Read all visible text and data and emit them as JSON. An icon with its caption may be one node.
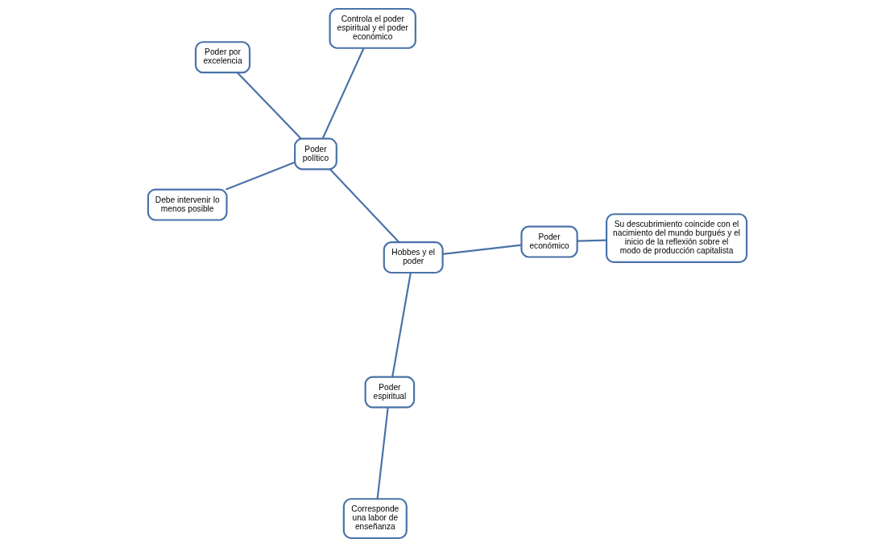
{
  "diagram": {
    "nodes": [
      {
        "text": [
          "Poder por excelencia"
        ]
      },
      {
        "text": [
          "Controla el poder espiritual y el poder económico"
        ]
      },
      {
        "text": [
          "Debe intervenir lo menos posible"
        ]
      },
      {
        "text": [
          "Poder político"
        ]
      },
      {
        "text": [
          "Hobbes y el poder"
        ]
      },
      {
        "text": [
          "Poder económico"
        ]
      },
      {
        "text": [
          "Poder espiritual"
        ]
      },
      {
        "text": [
          "Su descubrimiento coincide con el nacimiento del mundo burgués y el inicio de la reflexión sobre el modo de producción capitalista"
        ]
      },
      {
        "text": [
          "Corresponde una labor de enseñanza"
        ]
      }
    ],
    "edges": [
      {
        "from": 3,
        "to": 1,
        "arrow": "none"
      },
      {
        "from": 3,
        "to": 0,
        "arrow": "none"
      },
      {
        "from": 3,
        "to": 2,
        "arrow": "none"
      },
      {
        "from": 4,
        "to": 3,
        "arrow": "none"
      },
      {
        "from": 4,
        "to": 5,
        "arrow": "none"
      },
      {
        "from": 4,
        "to": 6,
        "arrow": "none"
      },
      {
        "from": 5,
        "to": 7,
        "arrow": "none"
      },
      {
        "from": 6,
        "to": 8,
        "arrow": "none"
      }
    ]
  }
}
